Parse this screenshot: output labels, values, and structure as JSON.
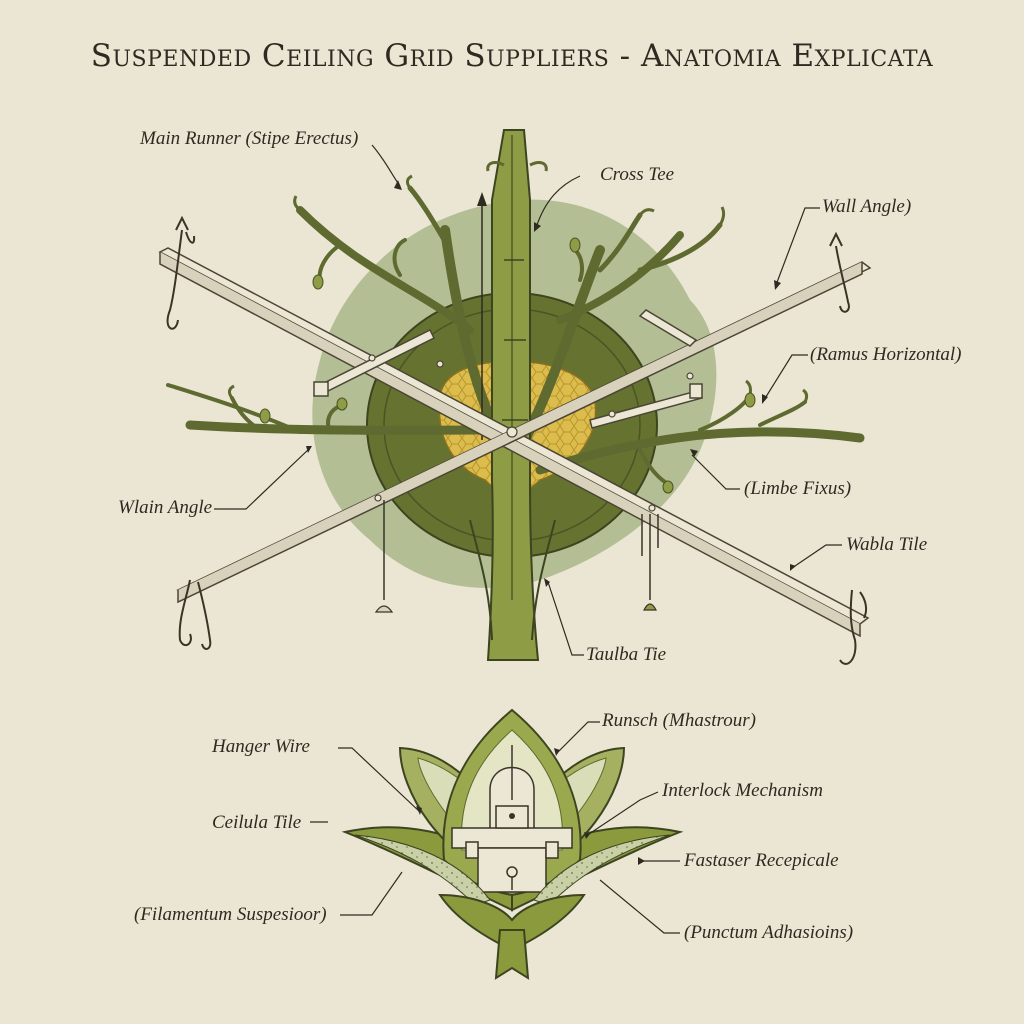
{
  "title": "Suspended Ceiling Grid Suppliers - Anatomia Explicata",
  "colors": {
    "background": "#ebe6d3",
    "ink": "#2e2a22",
    "sage_blob": "#a9b68a",
    "dark_olive": "#5e6a2f",
    "olive": "#7f8d3c",
    "yellow": "#d9b84a",
    "grid_metal": "#ece7d4"
  },
  "labels": {
    "main_runner": "Main Runner (Stipe Erectus)",
    "cross_tee": "Cross Tee",
    "wall_angle": "Wall Angle)",
    "ramus_horizontal": "(Ramus Horizontal)",
    "wlain_angle": "Wlain Angle",
    "limbe_fixus": "(Limbe Fixus)",
    "wabla_tile": "Wabla Tile",
    "taulba_tie": "Taulba Tie",
    "hanger_wire": "Hanger Wire",
    "runsch": "Runsch (Mhastrour)",
    "interlock": "Interlock Mechanism",
    "ceilula_tile": "Ceilula Tile",
    "fastaser": "Fastaser Recepicale",
    "filamentum": "(Filamentum Suspesioor)",
    "punctum": "(Punctum Adhasioins)"
  }
}
